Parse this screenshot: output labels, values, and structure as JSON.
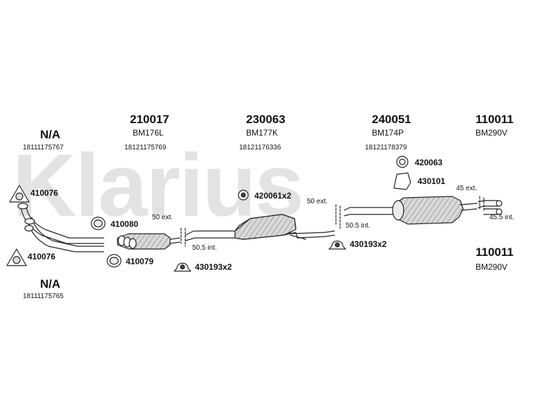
{
  "watermark": {
    "text": "Klarius",
    "color": "#e3e3e3"
  },
  "colors": {
    "line": "#222222",
    "fill": "#d9d9d9",
    "hatch": "#8a8a8a"
  },
  "groups": {
    "top_left": {
      "title": "N/A",
      "oe": "18111175767"
    },
    "bottom_left": {
      "title": "N/A",
      "oe": "18111175765"
    },
    "front_pipe": {
      "title": "210017",
      "code": "BM176L",
      "oe": "18121175769"
    },
    "center_box": {
      "title": "230063",
      "code": "BM177K",
      "oe": "18121176336"
    },
    "rear_box": {
      "title": "240051",
      "code": "BM174P",
      "oe": "18121178379"
    },
    "tail_top": {
      "title": "110011",
      "code": "BM290V"
    },
    "tail_bottom": {
      "title": "110011",
      "code": "BM290V"
    }
  },
  "parts": {
    "p410076a": "410076",
    "p410076b": "410076",
    "p410080": "410080",
    "p410079": "410079",
    "p430193a": "430193x2",
    "p420061": "420061x2",
    "p430193b": "430193x2",
    "p420063": "420063",
    "p430101": "430101"
  },
  "dims": {
    "d1_ext": "50 ext.",
    "d1_int": "50.5 int.",
    "d2_ext": "50 ext.",
    "d2_int": "50.5 int.",
    "d3_ext": "45 ext.",
    "d3_int": "45.5 int."
  }
}
